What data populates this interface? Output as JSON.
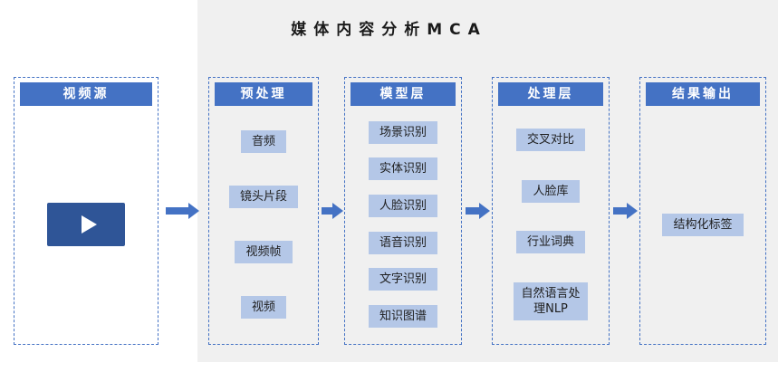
{
  "title": "媒体内容分析MCA",
  "flow": {
    "source": {
      "header": "视频源"
    },
    "preprocess": {
      "header": "预处理",
      "items": [
        "音频",
        "镜头片段",
        "视频帧",
        "视频"
      ]
    },
    "model": {
      "header": "模型层",
      "items": [
        "场景识别",
        "实体识别",
        "人脸识别",
        "语音识别",
        "文字识别",
        "知识图谱"
      ]
    },
    "process": {
      "header": "处理层",
      "items": [
        "交叉对比",
        "人脸库",
        "行业词典",
        "自然语言处理NLP"
      ]
    },
    "output": {
      "header": "结果输出",
      "items": [
        "结构化标签"
      ]
    }
  },
  "colors": {
    "header_bg": "#4472C4",
    "item_bg": "#B4C7E7",
    "play_button_bg": "#2F5597",
    "arrow": "#4472C4",
    "border": "#4472C4",
    "panel_bg": "#F0F0F0"
  }
}
